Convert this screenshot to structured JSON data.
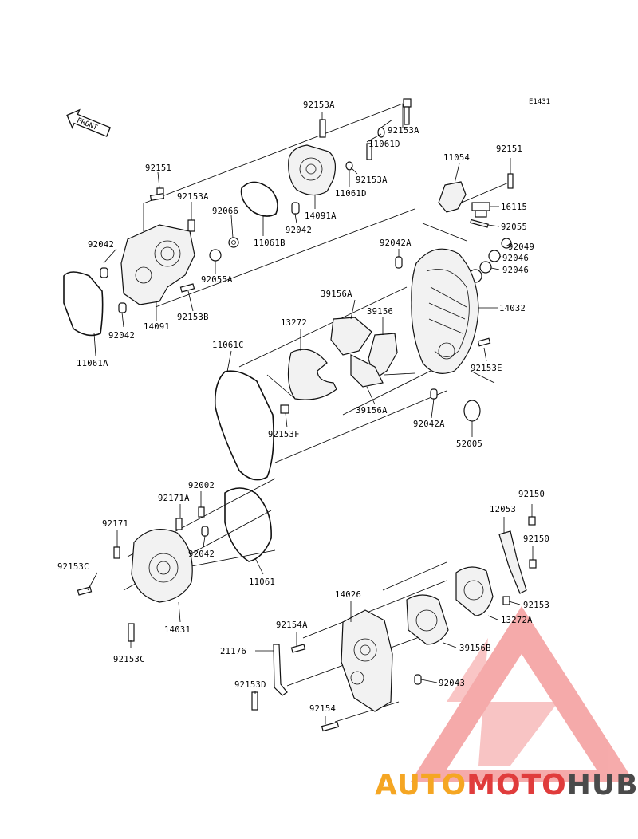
{
  "diagram_code": "E1431",
  "front_label": "FRONT",
  "watermark": {
    "part1": "AUTO",
    "part2": "MOTO",
    "part3": "HUB",
    "color1": "#f5a623",
    "color2": "#e03c3c",
    "color3": "#4a4a4a"
  },
  "labels": {
    "l_92153A_top": "92153A",
    "l_92153A_top2": "92153A",
    "l_11061D_1": "11061D",
    "l_92153A_mid": "92153A",
    "l_11061D_2": "11061D",
    "l_14091A": "14091A",
    "l_92042_a": "92042",
    "l_11061B": "11061B",
    "l_92066": "92066",
    "l_92151_left": "92151",
    "l_92153A_left": "92153A",
    "l_92042_left": "92042",
    "l_92055A": "92055A",
    "l_92153B": "92153B",
    "l_92042_b": "92042",
    "l_14091": "14091",
    "l_11061A": "11061A",
    "l_11054": "11054",
    "l_92151_right": "92151",
    "l_16115": "16115",
    "l_92055": "92055",
    "l_92042A_top": "92042A",
    "l_92049": "92049",
    "l_92046_1": "92046",
    "l_92046_2": "92046",
    "l_14032": "14032",
    "l_39156A_top": "39156A",
    "l_39156": "39156",
    "l_13272": "13272",
    "l_11061C": "11061C",
    "l_92153E": "92153E",
    "l_39156A_bot": "39156A",
    "l_92042A_bot": "92042A",
    "l_92153F": "92153F",
    "l_52005": "52005",
    "l_92002": "92002",
    "l_92171A": "92171A",
    "l_92171": "92171",
    "l_92042_c": "92042",
    "l_92153C_1": "92153C",
    "l_11061": "11061",
    "l_14031": "14031",
    "l_92153C_2": "92153C",
    "l_92150_1": "92150",
    "l_12053": "12053",
    "l_92150_2": "92150",
    "l_14026": "14026",
    "l_92153": "92153",
    "l_13272A": "13272A",
    "l_92154A": "92154A",
    "l_39156B": "39156B",
    "l_21176": "21176",
    "l_92043": "92043",
    "l_92153D": "92153D",
    "l_92154": "92154"
  }
}
